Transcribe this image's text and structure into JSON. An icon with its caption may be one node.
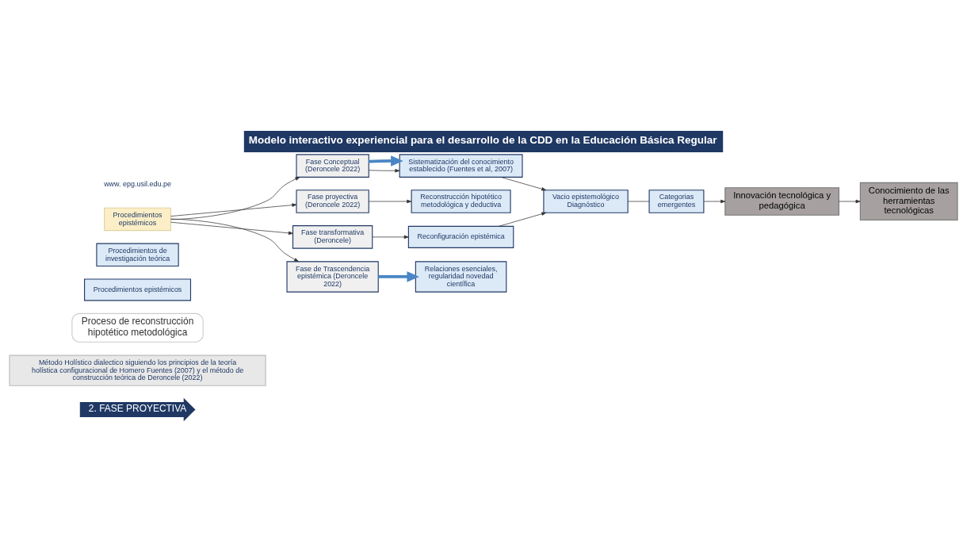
{
  "diagram": {
    "title": "Modelo interactivo experiencial para el desarrollo de la CDD en la Educación Básica Regular",
    "nodes": [
      {
        "text": [
          "2. FASE PROYECTIVA"
        ]
      },
      {
        "text": [
          "Método Holístico dialectico siguiendo los principios de la teoría holística configuracional de Homero Fuentes (2007) y el método de construcción teórica de Deroncele (2022)"
        ]
      },
      {
        "text": [
          "Proceso de reconstrucción hipotético metodológica"
        ]
      },
      {
        "text": [
          "Procedimientos epistémicos"
        ]
      },
      {
        "text": [
          "Procedimientos de investigación teórica"
        ]
      },
      {
        "text": [
          "Procedimientos epistémicos"
        ]
      },
      {
        "text": [
          "Fase Conceptual (Deroncele 2022)"
        ]
      },
      {
        "text": [
          "Sistematización del conocimiento establecido (Fuentes et al, 2007)"
        ]
      },
      {
        "text": [
          "Fase proyectiva (Deroncele 2022)"
        ]
      },
      {
        "text": [
          "Reconstrucción hipotético metodológica y deductiva"
        ]
      },
      {
        "text": [
          "Fase transformativa (Deroncele)"
        ]
      },
      {
        "text": [
          "Reconfiguración epistémica"
        ]
      },
      {
        "text": [
          "Fase de Trascendencia epistémica (Deroncele 2022)"
        ]
      },
      {
        "text": [
          "Relaciones esenciales, regularidad novedad científica"
        ]
      },
      {
        "text": [
          "Vacio epistemológico Diagnóstico"
        ]
      },
      {
        "text": [
          "Categorias emergentes"
        ]
      },
      {
        "text": [
          "Innovación tecnológica y pedagógica"
        ]
      },
      {
        "text": [
          "Conocimiento de las herramientas tecnológicas"
        ]
      }
    ],
    "edges": [
      {
        "from": 5,
        "to": 6,
        "arrow": "to"
      },
      {
        "from": 5,
        "to": 8,
        "arrow": "to"
      },
      {
        "from": 5,
        "to": 10,
        "arrow": "to"
      },
      {
        "from": 5,
        "to": 12,
        "arrow": "to"
      },
      {
        "from": 6,
        "to": 7,
        "arrow": "to"
      },
      {
        "from": 6,
        "to": 7,
        "arrow": "to",
        "style": "thick",
        "color": "#4a86c5"
      },
      {
        "from": 8,
        "to": 9,
        "arrow": "to"
      },
      {
        "from": 10,
        "to": 11,
        "arrow": "to"
      },
      {
        "from": 12,
        "to": 13,
        "arrow": "to",
        "style": "thick",
        "color": "#4a86c5"
      },
      {
        "from": 7,
        "to": 14,
        "arrow": "to"
      },
      {
        "from": 11,
        "to": 14,
        "arrow": "to"
      },
      {
        "from": 14,
        "to": 15,
        "arrow": "none"
      },
      {
        "from": 15,
        "to": 16,
        "arrow": "to"
      },
      {
        "from": 16,
        "to": 17,
        "arrow": "to"
      }
    ],
    "labels": [
      "www. epg.usil.edu.pe"
    ]
  }
}
